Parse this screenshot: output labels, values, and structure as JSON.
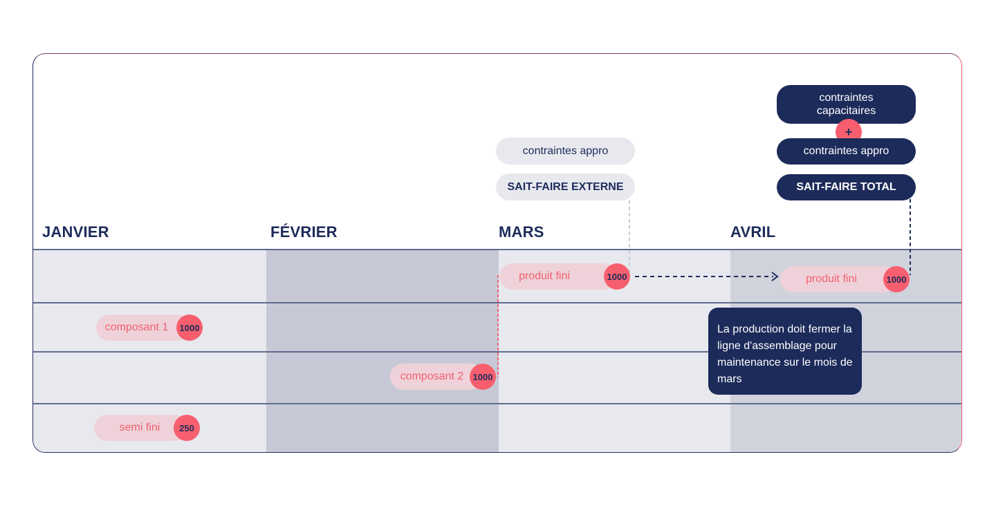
{
  "months": [
    "JANVIER",
    "FÉVRIER",
    "MARS",
    "AVRIL"
  ],
  "top_left": {
    "constraint": "contraintes appro",
    "knowhow": "SAIT-FAIRE EXTERNE"
  },
  "top_right": {
    "capacity": "contraintes capacitaires",
    "plus": "+",
    "constraint": "contraintes appro",
    "knowhow": "SAIT-FAIRE TOTAL"
  },
  "items": {
    "produit_fini_mars": {
      "label": "produit fini",
      "qty": "1000"
    },
    "produit_fini_avril": {
      "label": "produit fini",
      "qty": "1000"
    },
    "composant_1": {
      "label": "composant 1",
      "qty": "1000"
    },
    "composant_2": {
      "label": "composant 2",
      "qty": "1000"
    },
    "semi_fini": {
      "label": "semi fini",
      "qty": "250"
    }
  },
  "note": "La production doit fermer la ligne d'assemblage pour maintenance sur le mois de mars",
  "colors": {
    "navy": "#1c2b5a",
    "coral": "#f75f6f",
    "pink_bar": "#efd2d9",
    "light_gray": "#e8e9ef",
    "dark_gray": "#c6c9d5"
  }
}
